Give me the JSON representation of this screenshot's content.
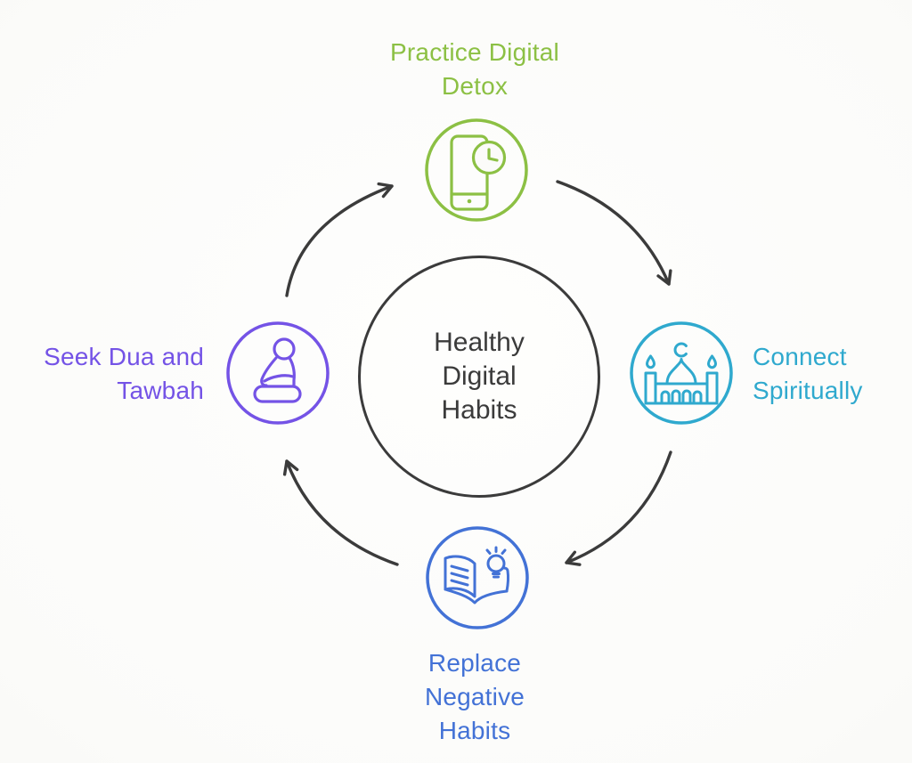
{
  "diagram": {
    "center": {
      "lines": [
        "Healthy",
        "Digital",
        "Habits"
      ]
    },
    "nodes": {
      "top": {
        "label_lines": [
          "Practice Digital",
          "Detox"
        ],
        "icon": "phone-clock-icon",
        "color_key": "green"
      },
      "right": {
        "label_lines": [
          "Connect",
          "Spiritually"
        ],
        "icon": "mosque-icon",
        "color_key": "cyan"
      },
      "bottom": {
        "label_lines": [
          "Replace",
          "Negative",
          "Habits"
        ],
        "icon": "book-lightbulb-icon",
        "color_key": "blue"
      },
      "left": {
        "label_lines": [
          "Seek Dua and",
          "Tawbah"
        ],
        "icon": "praying-person-icon",
        "color_key": "purple"
      }
    },
    "flow": "clockwise"
  },
  "colors": {
    "green": "#8CC044",
    "cyan": "#2FA9CE",
    "blue": "#4372D6",
    "purple": "#7453E6",
    "dark": "#3B3B3B",
    "background": "#FBFBF9"
  }
}
